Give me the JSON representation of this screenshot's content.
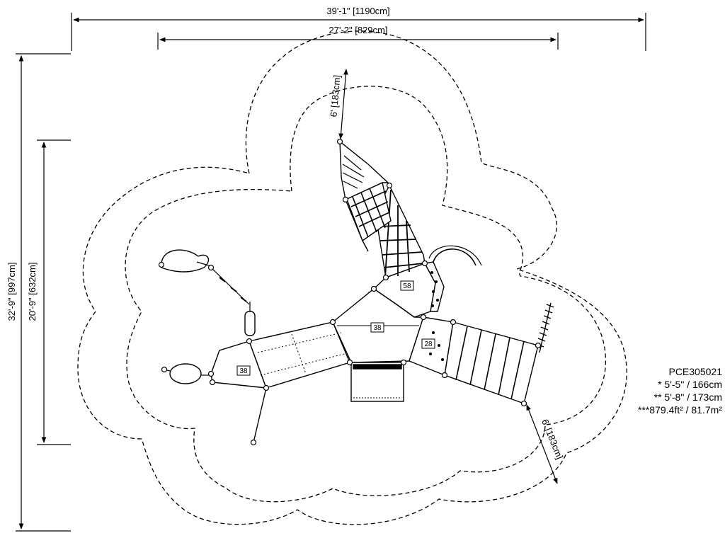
{
  "dimensions": {
    "overall_width": "39'-1\" [1190cm]",
    "structure_width": "27'-2\" [829cm]",
    "overall_depth": "32'-9\" [997cm]",
    "structure_depth": "20'-9\" [632cm]",
    "clearance_top": "6' [183cm]",
    "clearance_right": "6' [183cm]"
  },
  "deck_labels": {
    "upper_deck": "58",
    "center_deck": "38",
    "right_deck": "28",
    "left_deck": "38"
  },
  "info": {
    "model": "PCE305021",
    "line1": "* 5'-5\" / 166cm",
    "line2": "** 5'-8\" / 173cm",
    "line3": "***879.4ft² / 81.7m²"
  }
}
